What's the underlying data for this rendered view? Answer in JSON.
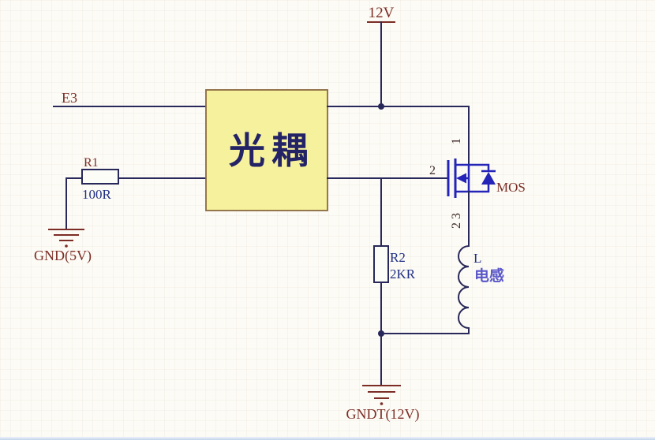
{
  "colors": {
    "background": "#fcfbf5",
    "wire": "#28285a",
    "label_maroon": "#7c2d26",
    "value_blue": "#202f85",
    "pin": "#402a2a",
    "symbol_blue": "#2424b8",
    "opto_fill": "#f6f19c",
    "opto_border": "#8a6a40",
    "opto_text": "#232366",
    "inductor_label": "#5a57c9",
    "bar_from": "#eef3fa",
    "bar_to": "#c2d3e9"
  },
  "schematic": {
    "power_top": {
      "label": "12V"
    },
    "net_left": {
      "label": "E3"
    },
    "r1": {
      "ref": "R1",
      "value": "100R"
    },
    "ground_left": {
      "label": "GND(5V)"
    },
    "optocoupler": {
      "label": "光耦"
    },
    "mosfet": {
      "label": "MOS",
      "pin_top": "1",
      "pin_left": "2",
      "pin_bottom": "2 3"
    },
    "r2": {
      "ref": "R2",
      "value": "2KR"
    },
    "inductor": {
      "ref": "L",
      "label": "电感"
    },
    "ground_bottom": {
      "label": "GNDT(12V)"
    }
  }
}
